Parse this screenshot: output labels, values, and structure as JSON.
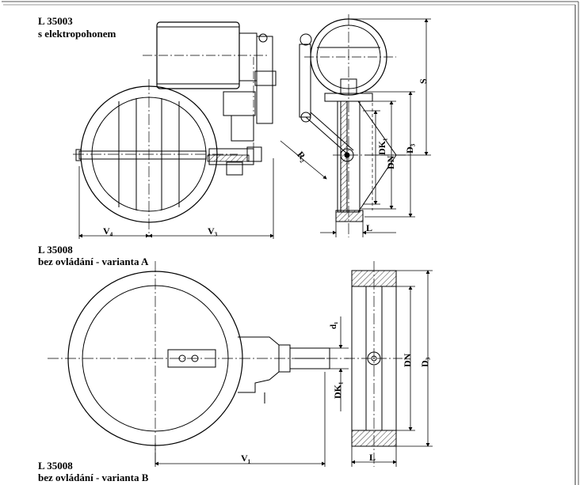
{
  "section1": {
    "code": "L 35003",
    "description": "s elektropohonem"
  },
  "section2": {
    "code": "L 35008",
    "description": "bez ovládání - varianta A"
  },
  "section3": {
    "code": "L 35008",
    "description": "bez ovládání - varianta B"
  },
  "dims": {
    "v4": "V₄",
    "v3": "V₃",
    "s": "S",
    "dk1": "DK₁",
    "dn": "DN",
    "d3": "D₃",
    "l": "L",
    "r": "R₂",
    "d1": "d₁",
    "v1": "V₁"
  },
  "colors": {
    "line": "#000000",
    "background": "#ffffff",
    "frame": "#555555"
  }
}
